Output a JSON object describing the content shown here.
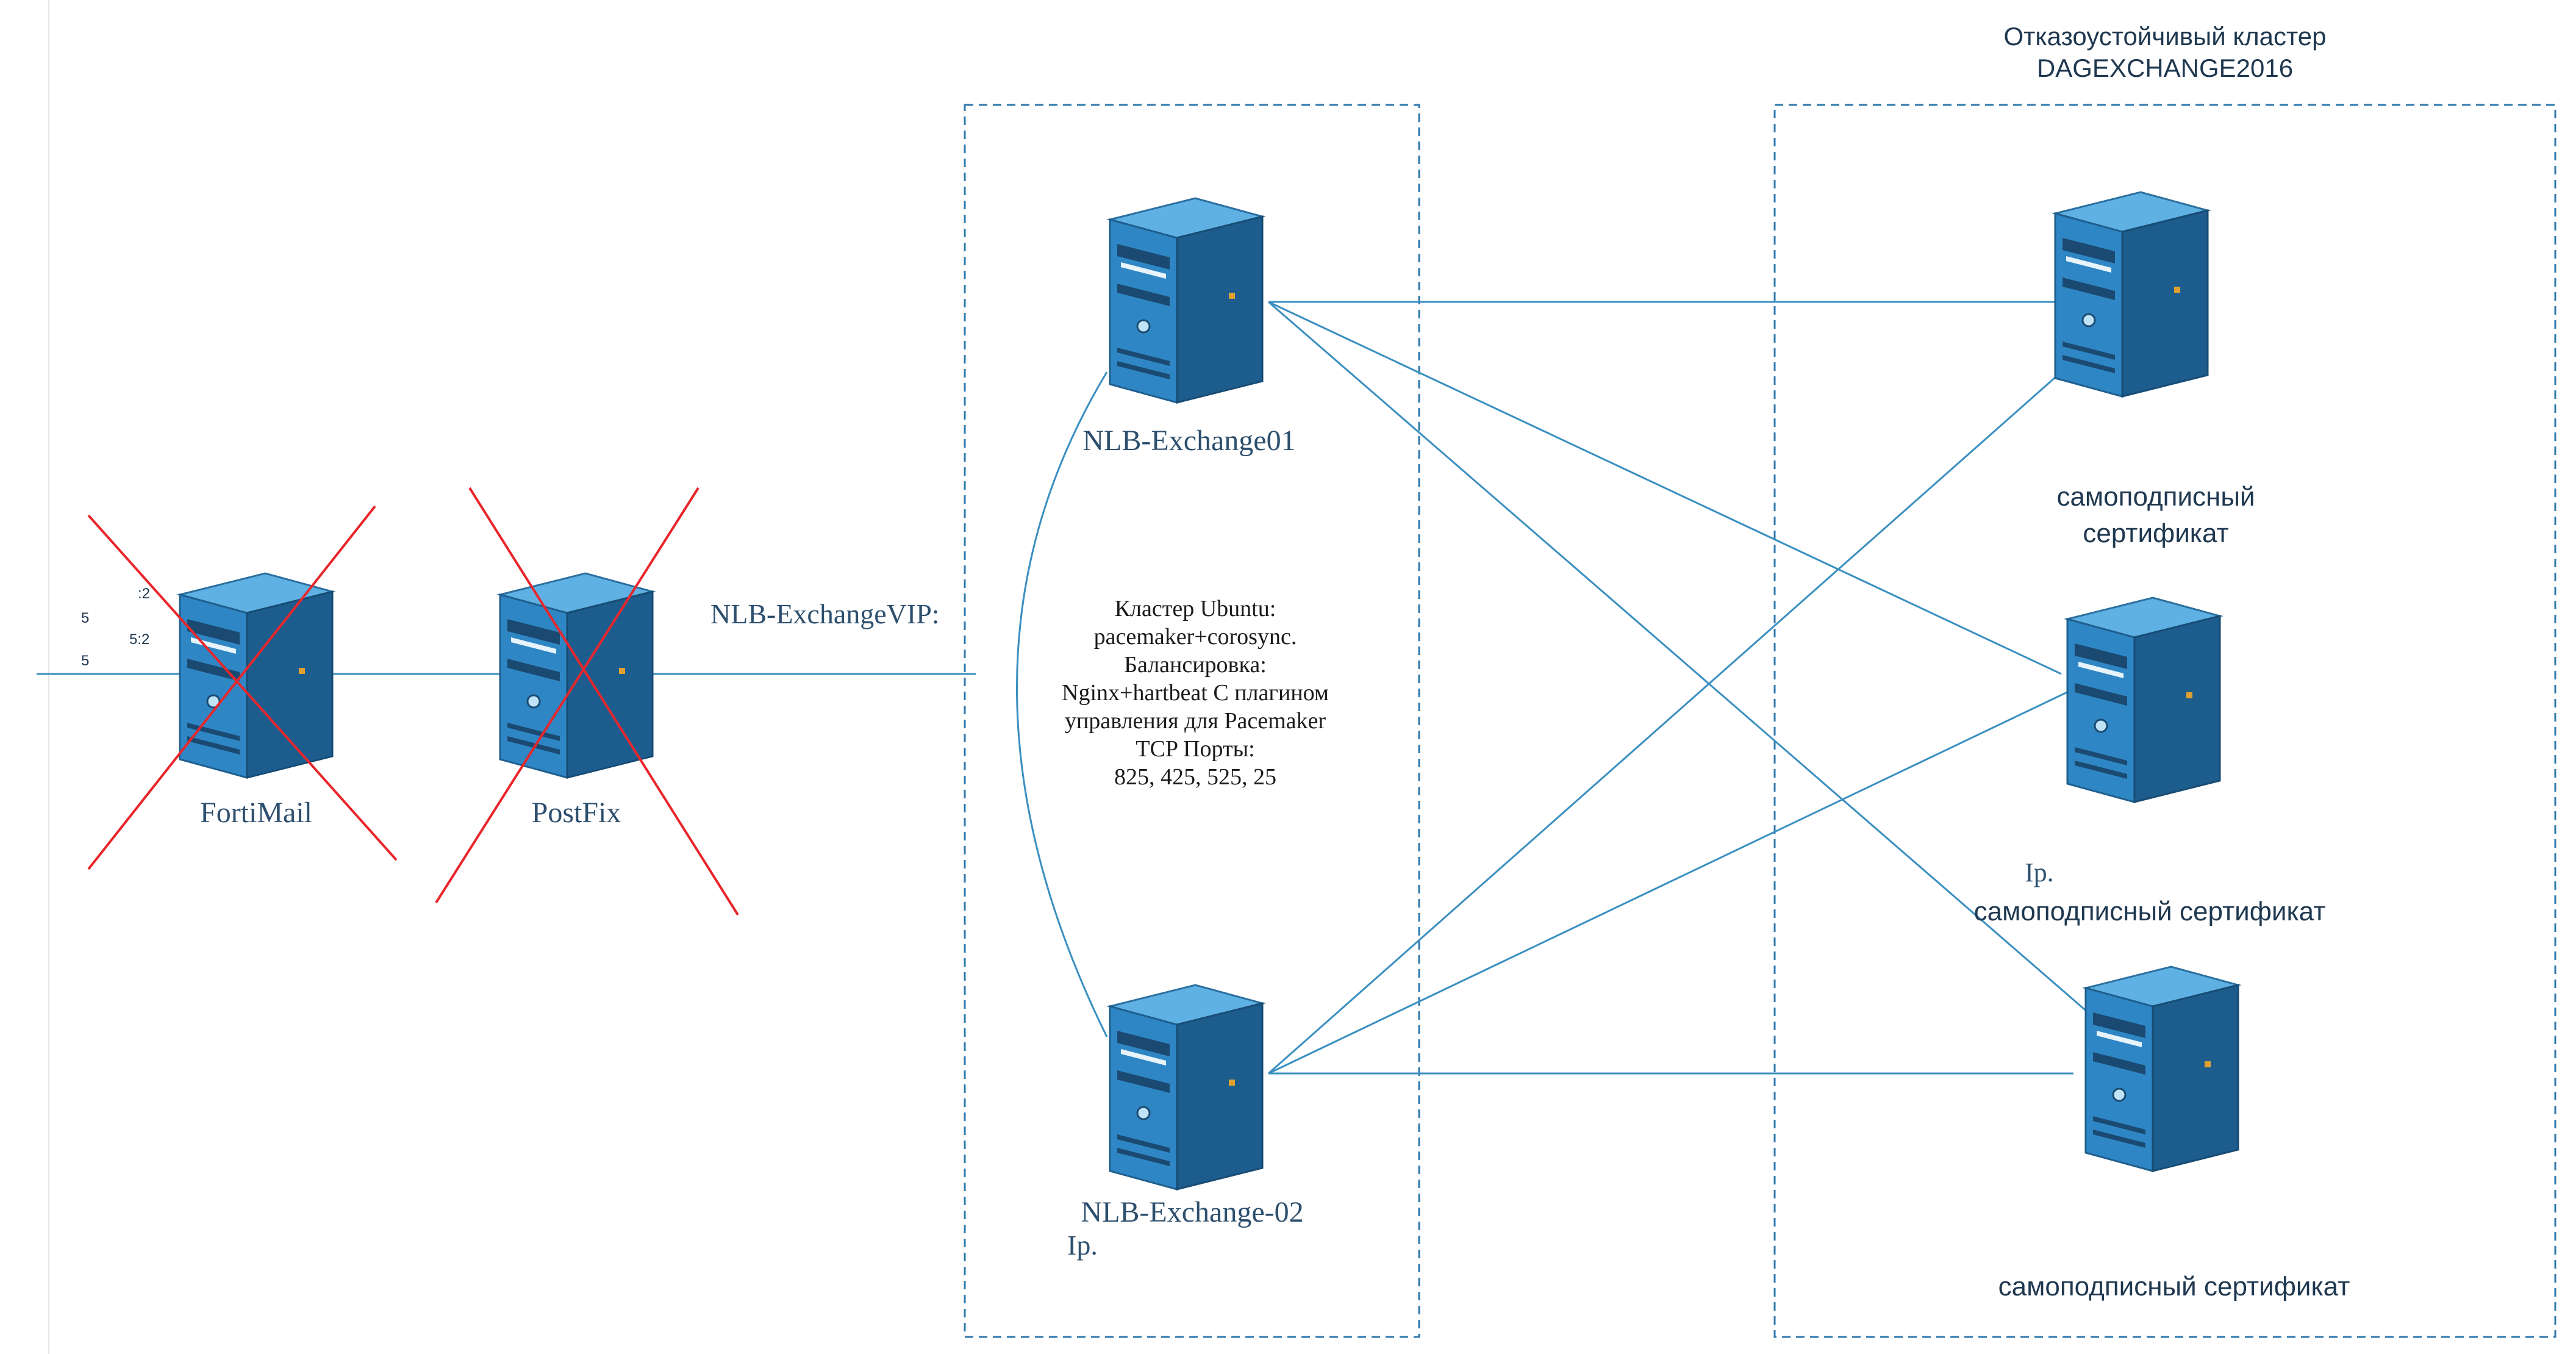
{
  "cluster": {
    "title_line1": "Отказоустойчивый кластер",
    "title_line2": "DAGEXCHANGE2016"
  },
  "nlb_vip_label": "NLB-ExchangeVIP:",
  "nodes": {
    "fortimail": {
      "label": "FortiMail",
      "icon": "server-tower-icon",
      "disabled": true
    },
    "postfix": {
      "label": "PostFix",
      "icon": "server-tower-icon",
      "disabled": true
    },
    "nlb01": {
      "label": "NLB-Exchange01",
      "icon": "server-tower-icon"
    },
    "nlb02": {
      "label": "NLB-Exchange-02",
      "sub": "Ip.",
      "icon": "server-tower-icon"
    },
    "ex1": {
      "line1": "самоподписный",
      "line2": "сертификат",
      "icon": "server-tower-icon"
    },
    "ex2": {
      "line1": "Ip.",
      "line2": "самоподписный сертификат",
      "icon": "server-tower-icon"
    },
    "ex3": {
      "line1": "самоподписный сертификат",
      "icon": "server-tower-icon"
    }
  },
  "left_ports": [
    "5",
    "5:2",
    "5",
    ":2"
  ],
  "cluster_note": "Кластер Ubuntu:\npacemaker+corosync.\nБалансировка:\nNginx+hartbeat С плагином\nуправления для Pacemaker\nTCP Порты:\n825, 425, 525, 25",
  "colors": {
    "line": "#3a8fc0",
    "dash": "#2f79ad",
    "cross": "#e8262b",
    "server_front": "#2f86c4",
    "server_side": "#1d5d8e",
    "server_top": "#5fb1e3"
  }
}
